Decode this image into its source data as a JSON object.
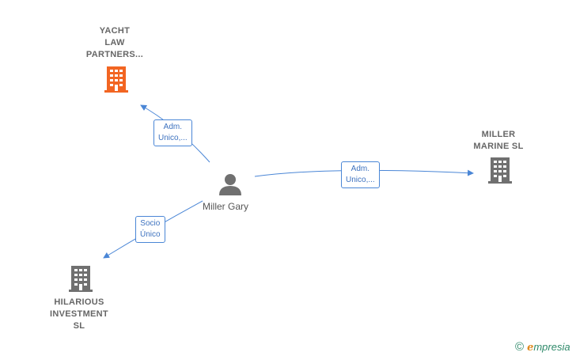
{
  "nodes": {
    "yacht": {
      "label": "YACHT\nLAW\nPARTNERS...",
      "icon": "building-icon",
      "color": "#f26522"
    },
    "miller_marine": {
      "label": "MILLER\nMARINE  SL",
      "icon": "building-icon",
      "color": "#707070"
    },
    "hilarious": {
      "label": "HILARIOUS\nINVESTMENT\nSL",
      "icon": "building-icon",
      "color": "#707070"
    },
    "person": {
      "label": "Miller Gary",
      "icon": "person-icon",
      "color": "#707070"
    }
  },
  "edges": {
    "to_yacht": "Adm.\nUnico,...",
    "to_miller_marine": "Adm.\nUnico,...",
    "to_hilarious": "Socio\nÚnico"
  },
  "edge_color": "#4a86d6",
  "brand": {
    "copyright": "©",
    "initial": "e",
    "rest": "mpresia"
  }
}
